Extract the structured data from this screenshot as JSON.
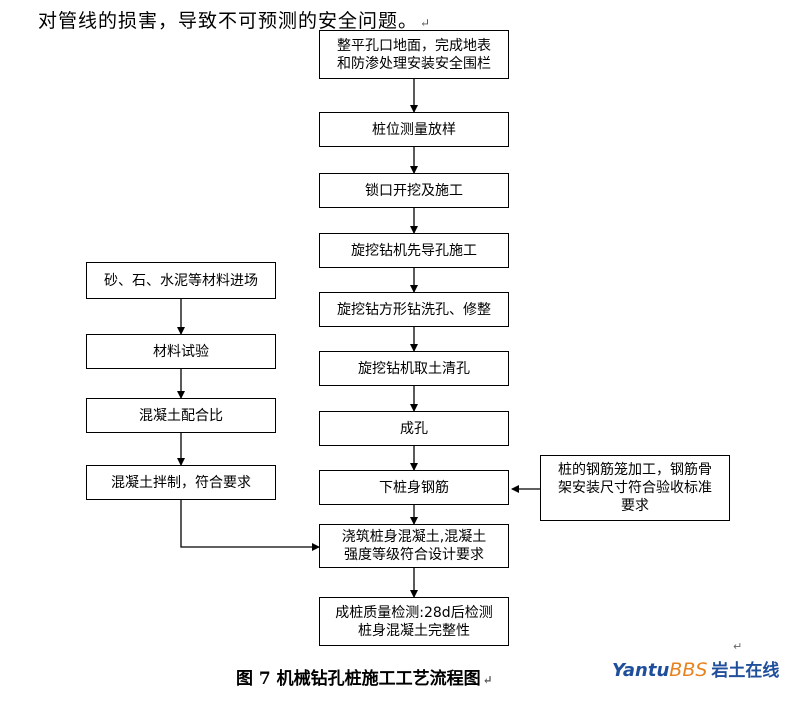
{
  "intro_text": "对管线的损害，导致不可预测的安全问题。",
  "paragraph_mark": "↵",
  "main_steps": [
    "整平孔口地面，完成地表\n和防渗处理安装安全围栏",
    "桩位测量放样",
    "锁口开挖及施工",
    "旋挖钻机先导孔施工",
    "旋挖钻方形钻洗孔、修整",
    "旋挖钻机取土清孔",
    "成孔",
    "下桩身钢筋",
    "浇筑桩身混凝土,混凝土\n强度等级符合设计要求",
    "成桩质量检测:28d后检测\n桩身混凝土完整性"
  ],
  "left_steps": [
    "砂、石、水泥等材料进场",
    "材料试验",
    "混凝土配合比",
    "混凝土拌制，符合要求"
  ],
  "right_step": "桩的钢筋笼加工，钢筋骨\n架安装尺寸符合验收标准\n要求",
  "caption": "图 7 机械钻孔桩施工工艺流程图",
  "logo": {
    "part1": "Yantu",
    "part2": "BBS",
    "part3": "岩土在线"
  },
  "colors": {
    "logo_blue": "#1f4f9b",
    "logo_orange": "#e8821e"
  }
}
